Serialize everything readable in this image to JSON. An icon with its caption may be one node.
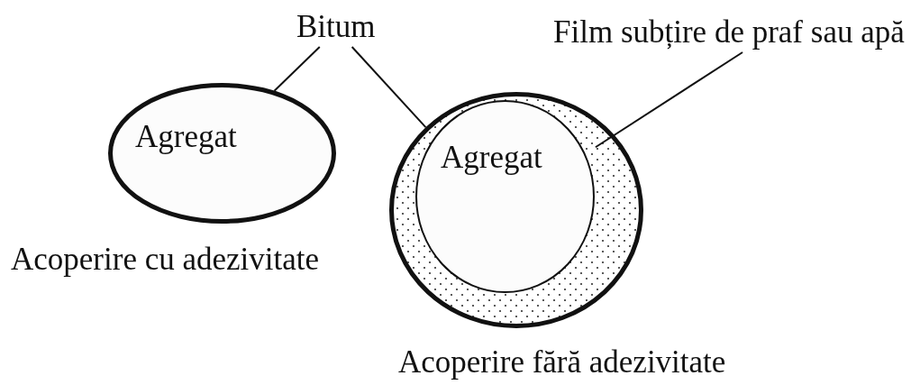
{
  "diagram": {
    "nodes": [
      {
        "text": [
          "Bitum"
        ]
      },
      {
        "text": [
          "Film subțire de praf sau apă"
        ]
      },
      {
        "text": [
          "Agregat"
        ],
        "beside": [
          "Acoperire cu adezivitate"
        ]
      },
      {
        "text": [],
        "shape": "circle",
        "beside": [
          "Acoperire fără adezivitate"
        ]
      },
      {
        "text": [
          "Agregat"
        ],
        "in": 3
      }
    ],
    "edges": [
      {
        "from": 0,
        "to": 2,
        "arrow": "none"
      },
      {
        "from": 0,
        "to": 3,
        "arrow": "none"
      },
      {
        "from": 1,
        "to": 3,
        "arrow": "none"
      }
    ]
  }
}
